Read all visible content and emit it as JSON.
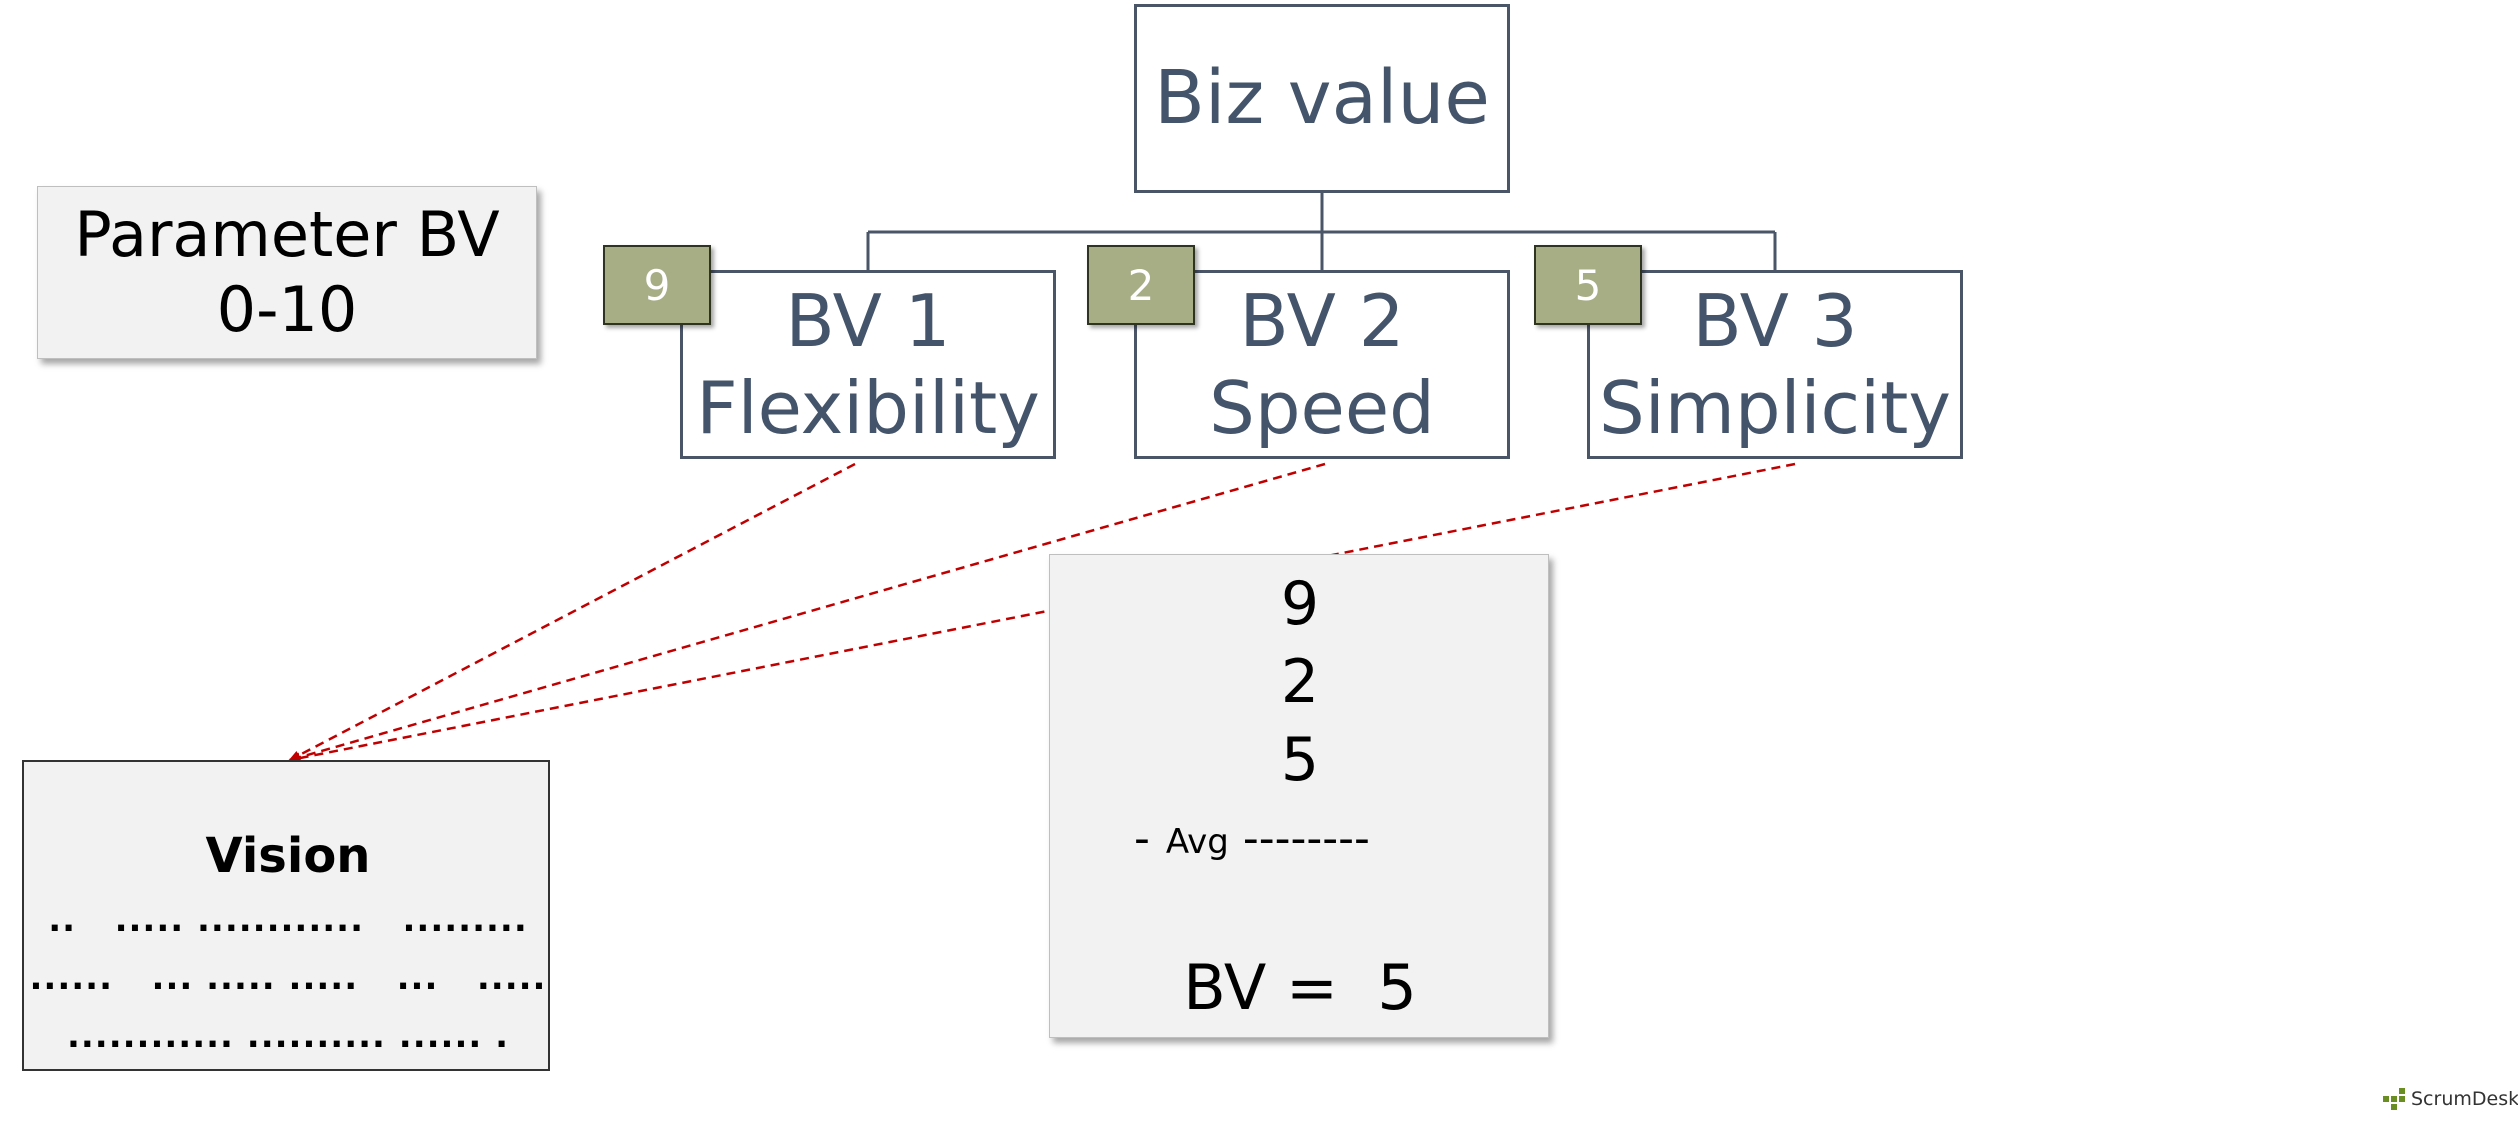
{
  "diagram": {
    "root": {
      "label": "Biz value"
    },
    "children": [
      {
        "line1": "BV 1",
        "line2": "Flexibility",
        "score": "9"
      },
      {
        "line1": "BV 2",
        "line2": "Speed",
        "score": "2"
      },
      {
        "line1": "BV 3",
        "line2": "Simplicity",
        "score": "5"
      }
    ]
  },
  "parameter": {
    "line1": "Parameter BV",
    "line2": "0-10"
  },
  "calculation": {
    "values": [
      "9",
      "2",
      "5"
    ],
    "divider_left": "-",
    "divider_label": "Avg",
    "divider_right": "--------",
    "result": "BV =  5"
  },
  "vision": {
    "title": "Vision",
    "lines": [
      "..   ..... ............   .........",
      "......   ... ..... .....   ...   .....",
      "............ .......... ...... ."
    ]
  },
  "logo": {
    "text": "ScrumDesk"
  },
  "colors": {
    "node_text": "#44546a",
    "node_border": "#4a5568",
    "score_fill": "#a7ad85",
    "connector_dashed": "#c00000",
    "panel_fill": "#f2f2f2"
  }
}
